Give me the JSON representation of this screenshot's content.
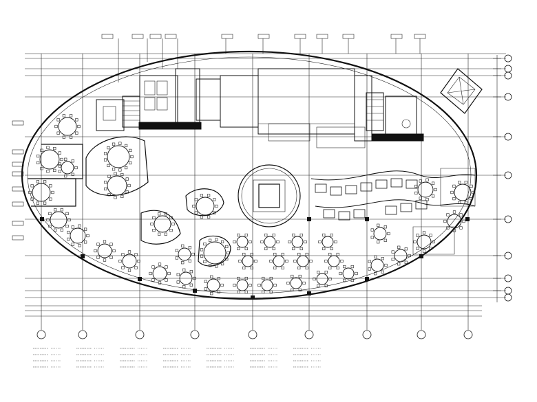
{
  "drawing": {
    "type": "restaurant floor plan",
    "axis_bubbles_right": [
      "",
      "",
      "",
      "",
      "",
      "",
      "",
      "",
      "",
      "",
      ""
    ],
    "axis_bubbles_bottom": [
      "",
      "",
      "",
      "",
      "",
      "",
      "",
      "",
      ""
    ],
    "dimension_labels_bottom": [
      "",
      "",
      "",
      "",
      "",
      "",
      "",
      "",
      "",
      ""
    ],
    "legend_rows": 4,
    "legend_columns": 7,
    "line_color": "#111111",
    "background": "#ffffff"
  }
}
